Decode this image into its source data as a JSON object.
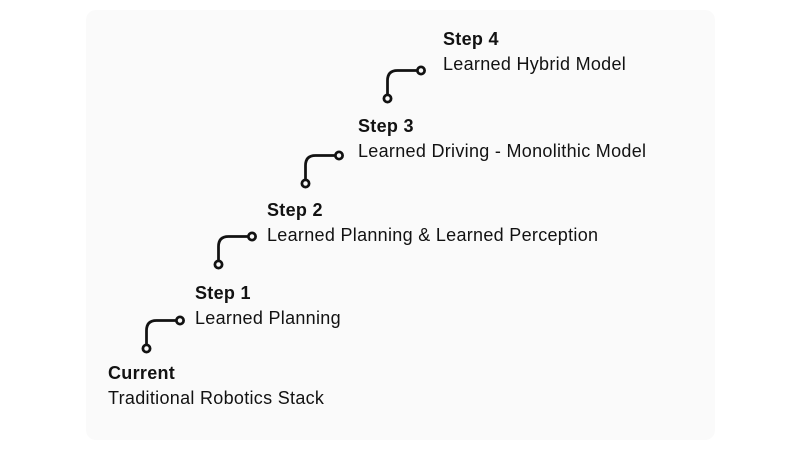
{
  "steps": [
    {
      "label": "Current",
      "description": "Traditional Robotics Stack"
    },
    {
      "label": "Step 1",
      "description": "Learned Planning"
    },
    {
      "label": "Step 2",
      "description": "Learned Planning & Learned Perception"
    },
    {
      "label": "Step 3",
      "description": "Learned Driving - Monolithic Model"
    },
    {
      "label": "Step 4",
      "description": "Learned Hybrid Model"
    }
  ],
  "icons": {
    "connector": "elbow-connector-with-hollow-end-dots"
  },
  "colors": {
    "page-bg": "#ffffff",
    "panel-bg": "#fafafa",
    "text": "#121212",
    "connector": "#121212"
  }
}
